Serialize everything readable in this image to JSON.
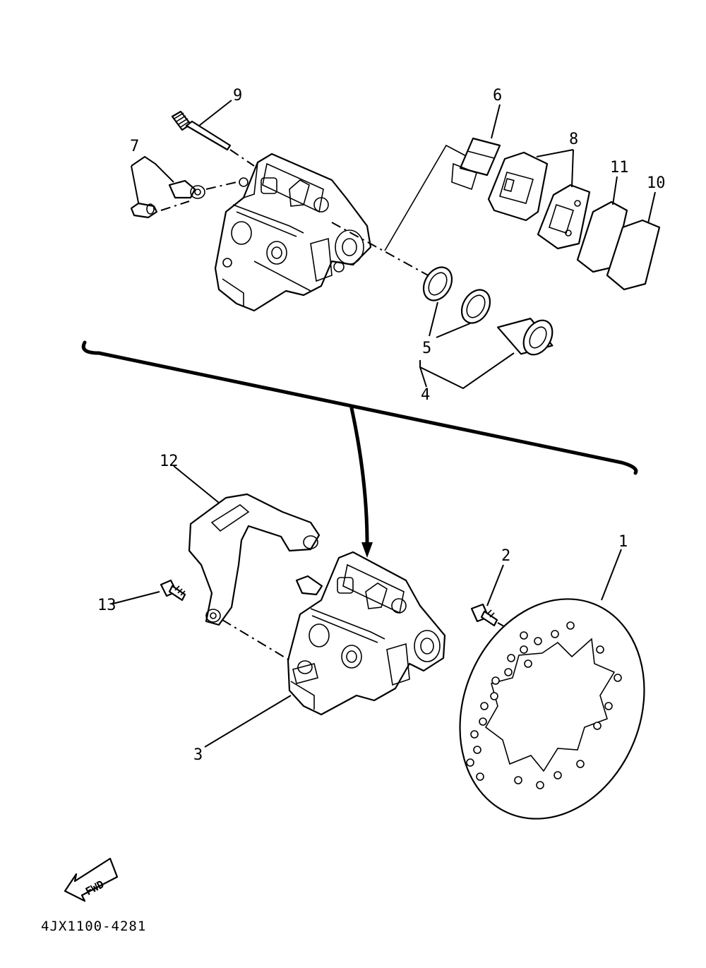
{
  "callouts": {
    "c1": "1",
    "c2": "2",
    "c3": "3",
    "c4": "4",
    "c5": "5",
    "c6": "6",
    "c7": "7",
    "c8": "8",
    "c9": "9",
    "c10": "10",
    "c11": "11",
    "c12": "12",
    "c13": "13"
  },
  "fwd_label": "FWD",
  "diagram_code": "4JX1100-4281",
  "colors": {
    "ink": "#000000",
    "paper": "#ffffff"
  },
  "icons": {
    "forward_arrow": "fwd-arrow-icon"
  }
}
